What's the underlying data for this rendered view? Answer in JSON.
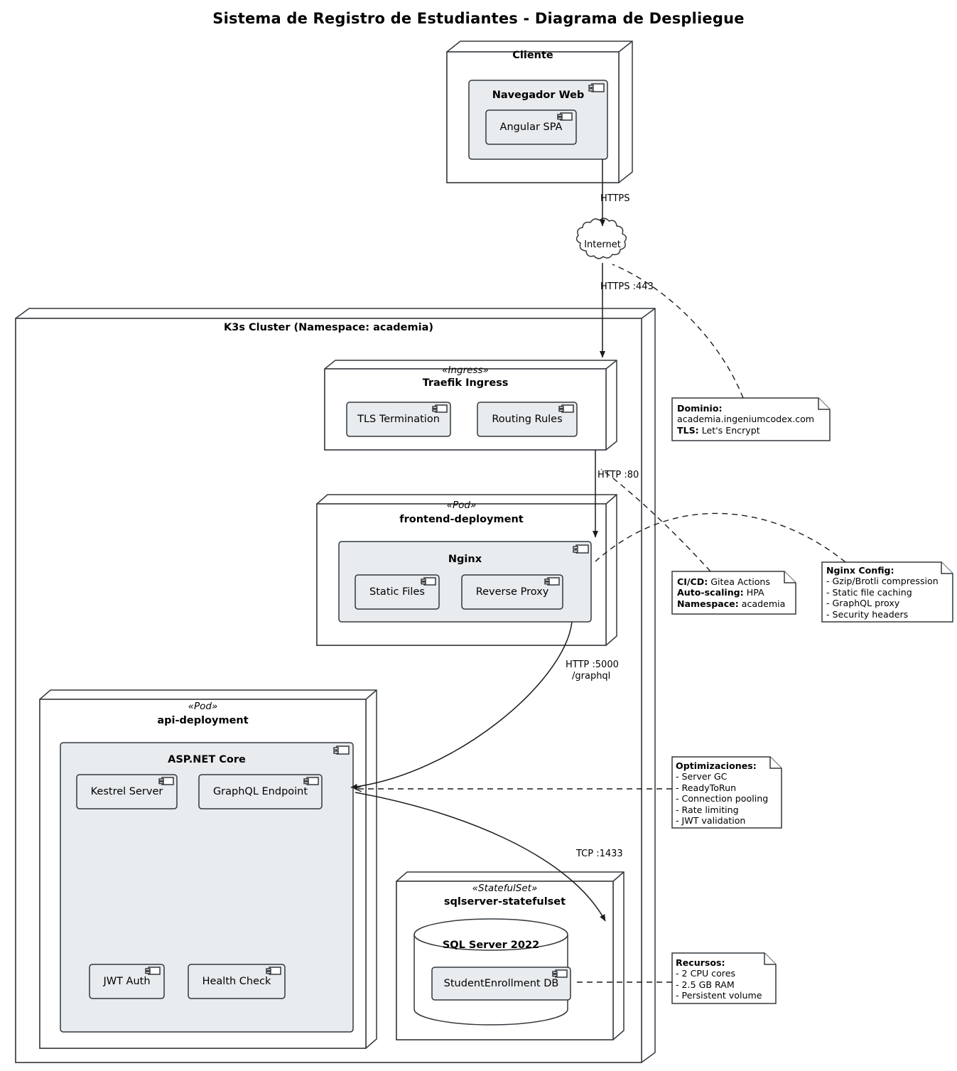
{
  "diagram": {
    "title": "Sistema de Registro de Estudiantes - Diagrama de Despliegue",
    "type": "uml-deployment-diagram",
    "colors": {
      "component_fill": "#e8ecef",
      "node_fill": "#ffffff",
      "stroke": "#33383d",
      "background": "#ffffff"
    }
  },
  "nodes": {
    "cliente": {
      "name": "Cliente",
      "stereotype": "",
      "components": {
        "navegador": {
          "name": "Navegador Web",
          "icon": "component-icon",
          "children": [
            {
              "name": "Angular SPA",
              "icon": "component-icon"
            }
          ]
        }
      }
    },
    "internet": {
      "name": "Internet",
      "icon": "cloud-icon"
    },
    "cluster": {
      "name": "K3s Cluster (Namespace: academia)",
      "stereotype": ""
    },
    "traefik": {
      "name": "Traefik Ingress",
      "stereotype": "«Ingress»",
      "components": [
        {
          "name": "TLS Termination",
          "icon": "component-icon"
        },
        {
          "name": "Routing Rules",
          "icon": "component-icon"
        }
      ]
    },
    "frontend": {
      "name": "frontend-deployment",
      "stereotype": "«Pod»",
      "container": {
        "name": "Nginx",
        "icon": "component-icon",
        "components": [
          {
            "name": "Static Files",
            "icon": "component-icon"
          },
          {
            "name": "Reverse Proxy",
            "icon": "component-icon"
          }
        ]
      }
    },
    "api": {
      "name": "api-deployment",
      "stereotype": "«Pod»",
      "container": {
        "name": "ASP.NET Core",
        "icon": "component-icon",
        "components": [
          {
            "name": "Kestrel Server",
            "icon": "component-icon"
          },
          {
            "name": "GraphQL Endpoint",
            "icon": "component-icon"
          },
          {
            "name": "JWT Auth",
            "icon": "component-icon"
          },
          {
            "name": "Health Check",
            "icon": "component-icon"
          }
        ]
      }
    },
    "database": {
      "name": "sqlserver-statefulset",
      "stereotype": "«StatefulSet»",
      "container": {
        "name": "SQL Server 2022",
        "icon": "database-cylinder-icon",
        "components": [
          {
            "name": "StudentEnrollment DB",
            "icon": "component-icon"
          }
        ]
      }
    }
  },
  "edges": [
    {
      "id": "browser-internet",
      "label": "HTTPS",
      "style": "solid-arrow"
    },
    {
      "id": "internet-traefik",
      "label": "HTTPS :443",
      "style": "solid-arrow"
    },
    {
      "id": "traefik-nginx",
      "label": "HTTP :80",
      "style": "solid-arrow"
    },
    {
      "id": "nginx-api",
      "label": "HTTP :5000\n/graphql",
      "label_line1": "HTTP :5000",
      "label_line2": "/graphql",
      "style": "solid-arrow"
    },
    {
      "id": "api-db",
      "label": "TCP :1433",
      "style": "solid-arrow"
    }
  ],
  "notes": [
    {
      "id": "note-dominio",
      "lines": [
        {
          "bold": "Dominio:",
          "text": ""
        },
        {
          "bold": "",
          "text": "academia.ingeniumcodex.com"
        },
        {
          "bold": "TLS:",
          "text": " Let's Encrypt"
        }
      ]
    },
    {
      "id": "note-cicd",
      "lines": [
        {
          "bold": "CI/CD:",
          "text": " Gitea Actions"
        },
        {
          "bold": "Auto-scaling:",
          "text": " HPA"
        },
        {
          "bold": "Namespace:",
          "text": " academia"
        }
      ]
    },
    {
      "id": "note-nginx-config",
      "lines": [
        {
          "bold": "Nginx Config:",
          "text": ""
        },
        {
          "bold": "",
          "text": "- Gzip/Brotli compression"
        },
        {
          "bold": "",
          "text": "- Static file caching"
        },
        {
          "bold": "",
          "text": "- GraphQL proxy"
        },
        {
          "bold": "",
          "text": "- Security headers"
        }
      ]
    },
    {
      "id": "note-optimizaciones",
      "lines": [
        {
          "bold": "Optimizaciones:",
          "text": ""
        },
        {
          "bold": "",
          "text": "- Server GC"
        },
        {
          "bold": "",
          "text": "- ReadyToRun"
        },
        {
          "bold": "",
          "text": "- Connection pooling"
        },
        {
          "bold": "",
          "text": "- Rate limiting"
        },
        {
          "bold": "",
          "text": "- JWT validation"
        }
      ]
    },
    {
      "id": "note-recursos",
      "lines": [
        {
          "bold": "Recursos:",
          "text": ""
        },
        {
          "bold": "",
          "text": "- 2 CPU cores"
        },
        {
          "bold": "",
          "text": "- 2.5 GB RAM"
        },
        {
          "bold": "",
          "text": "- Persistent volume"
        }
      ]
    }
  ]
}
